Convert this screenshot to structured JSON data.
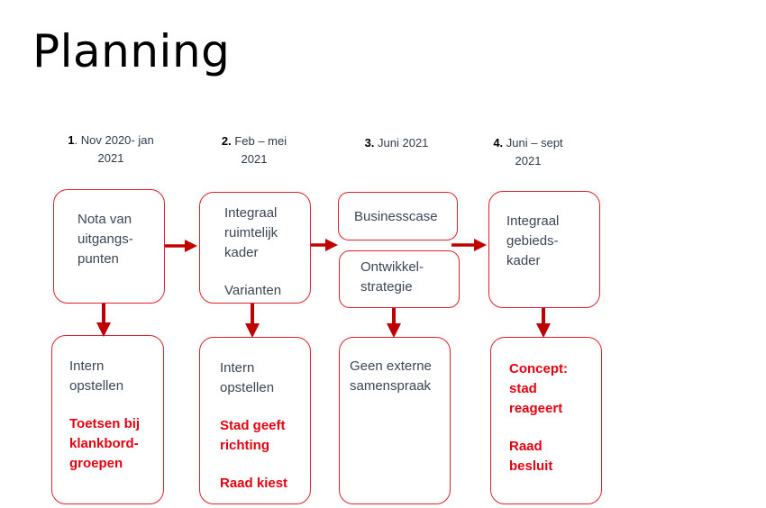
{
  "title": "Planning",
  "phases": [
    {
      "num": "1",
      "line1": ". Nov 2020- jan",
      "line2": "2021"
    },
    {
      "num": "2.",
      "line1": " Feb – mei",
      "line2": "2021"
    },
    {
      "num": "3.",
      "line1": " Juni 2021",
      "line2": ""
    },
    {
      "num": "4.",
      "line1": " Juni – sept",
      "line2": "2021"
    }
  ],
  "top_boxes": {
    "b1": [
      "Nota van",
      "uitgangs-",
      "punten"
    ],
    "b2": [
      "Integraal",
      "ruimtelijk",
      "kader",
      "Varianten"
    ],
    "b3a": [
      "Businesscase"
    ],
    "b3b": [
      "Ontwikkel-",
      "strategie"
    ],
    "b4": [
      "Integraal",
      "gebieds-",
      "kader"
    ]
  },
  "bottom_boxes": {
    "c1": {
      "normal": [
        "Intern",
        "opstellen"
      ],
      "bold": [
        "Toetsen bij",
        "klankbord-",
        "groepen"
      ]
    },
    "c2": {
      "normal": [
        "Intern",
        "opstellen"
      ],
      "bold": [
        "Stad geeft",
        "richting",
        "Raad kiest"
      ]
    },
    "c3": {
      "normal": [
        "Geen externe",
        "samenspraak"
      ]
    },
    "c4": {
      "bold": [
        "Concept:",
        "stad",
        "reageert",
        "Raad",
        "besluit"
      ]
    }
  },
  "colors": {
    "accent": "#e0202b",
    "arrow": "#c00000",
    "bold_text": "#e8000f",
    "body_text": "#3b4656"
  }
}
